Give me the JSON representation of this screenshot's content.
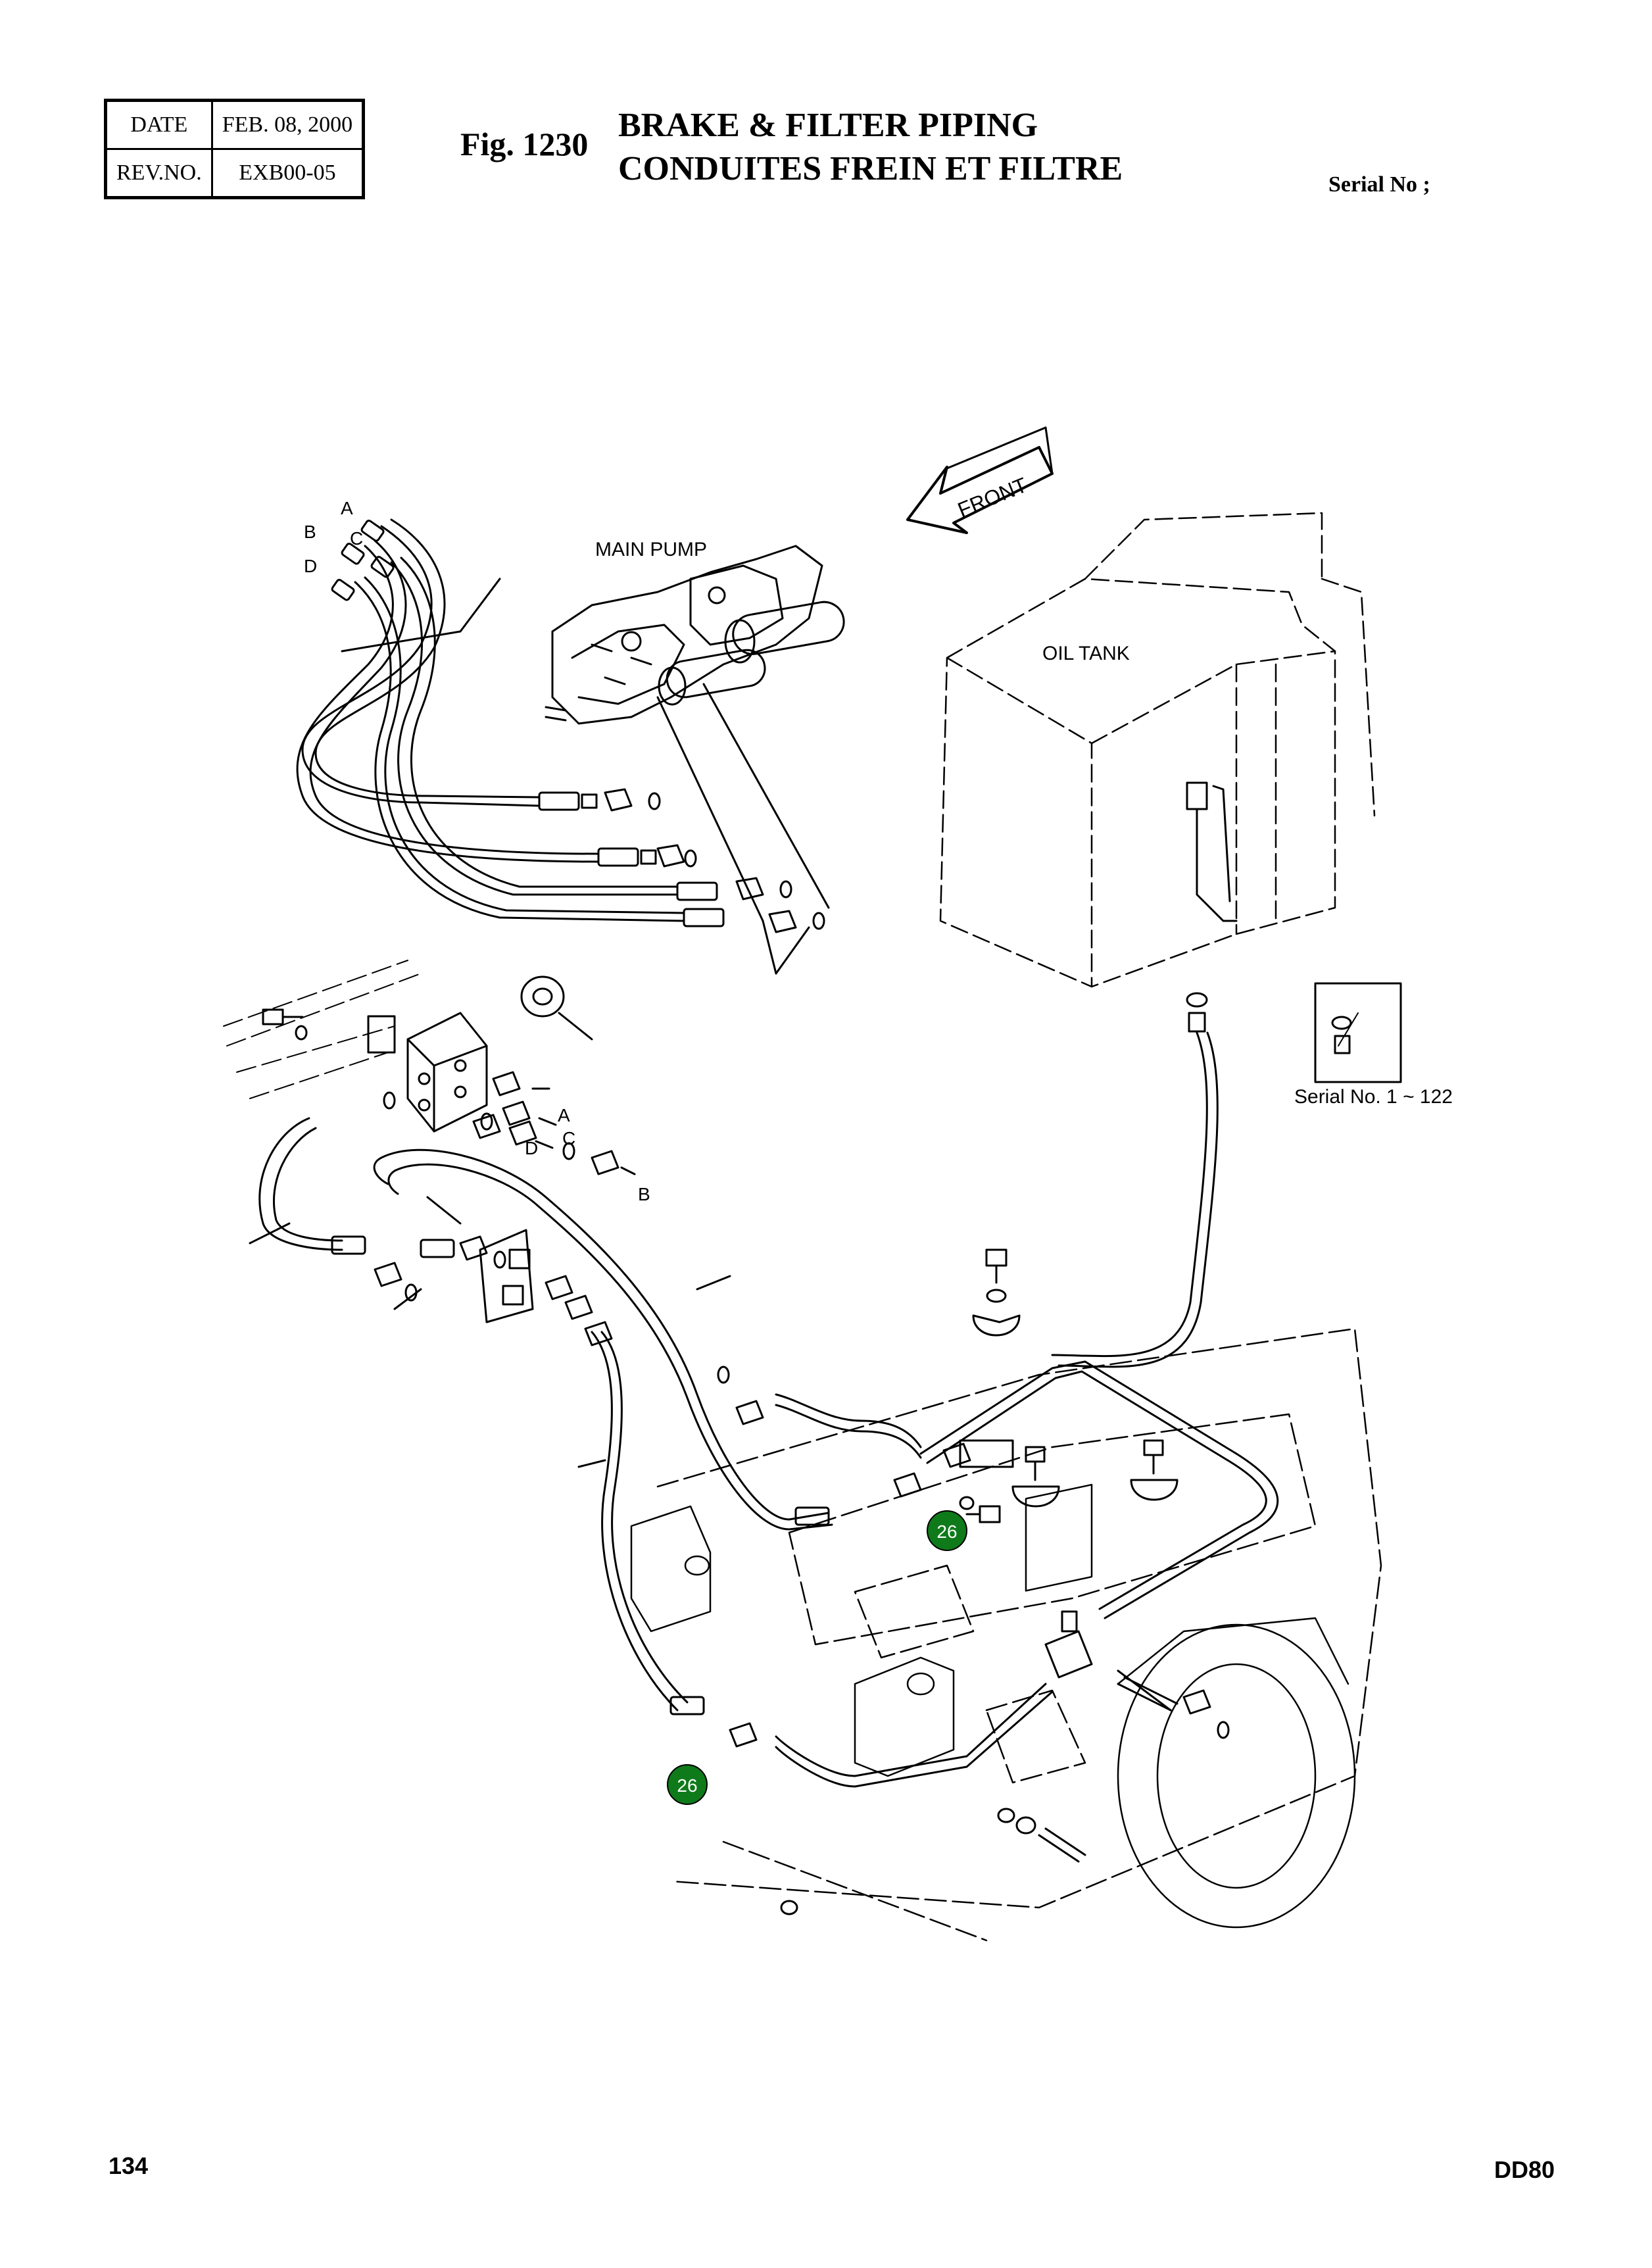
{
  "header": {
    "date_label": "DATE",
    "date_value": "FEB. 08, 2000",
    "rev_label": "REV.NO.",
    "rev_value": "EXB00-05",
    "fig_number": "Fig. 1230",
    "title_en": "BRAKE & FILTER PIPING",
    "title_fr": "CONDUITES FREIN ET FILTRE",
    "serial_label": "Serial No ;"
  },
  "labels": {
    "main_pump": "MAIN PUMP",
    "oil_tank": "OIL TANK",
    "front": "FRONT",
    "serial_range": "Serial No. 1 ~ 122"
  },
  "port_letters": {
    "a": "A",
    "b": "B",
    "c": "C",
    "d": "D"
  },
  "callouts": [
    {
      "number": "26",
      "color": "#0f7a1a"
    },
    {
      "number": "26",
      "color": "#0f7a1a"
    }
  ],
  "footer": {
    "page_number": "134",
    "model": "DD80"
  }
}
